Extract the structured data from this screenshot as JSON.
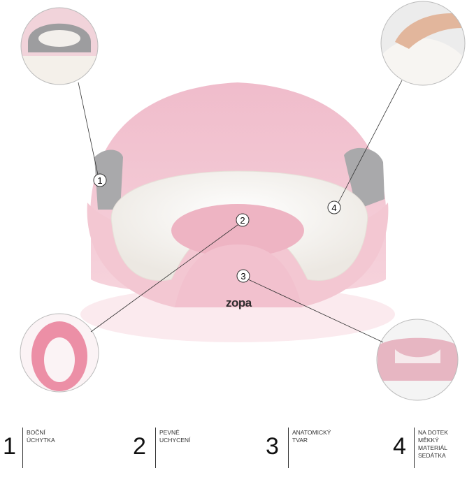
{
  "product": {
    "brand_logo": "zopa"
  },
  "markers": [
    "1",
    "2",
    "3",
    "4"
  ],
  "legend": [
    {
      "number": "1",
      "lines": [
        "BOČNÍ",
        "ÚCHYTKA"
      ]
    },
    {
      "number": "2",
      "lines": [
        "PEVNÉ",
        "UCHYCENÍ"
      ]
    },
    {
      "number": "3",
      "lines": [
        "ANATOMICKÝ",
        "TVAR"
      ]
    },
    {
      "number": "4",
      "lines": [
        "NA DOTEK",
        "MĚKKÝ",
        "MATERIÁL",
        "SEDÁTKA"
      ]
    }
  ],
  "colors": {
    "pink": "#f2c3cf",
    "pink_dark": "#e9a9b9",
    "white_cushion": "#f8f6f2",
    "grey_handle": "#a9a9ab"
  }
}
